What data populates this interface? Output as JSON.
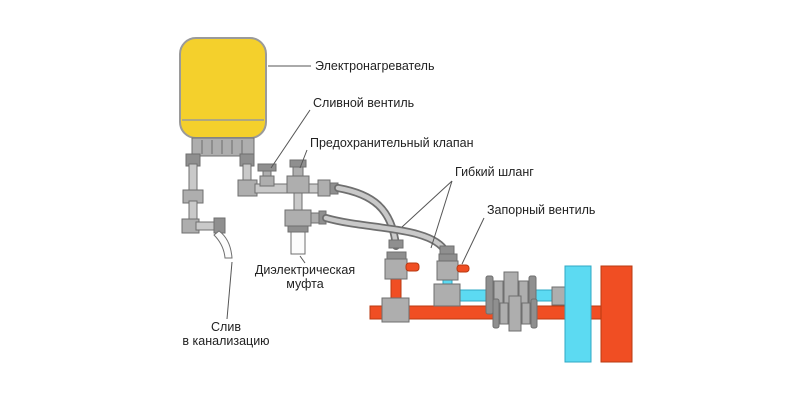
{
  "colors": {
    "tank": "#F4D02C",
    "tank-edge": "#9a9a9a",
    "hot": "#F04E23",
    "hot-edge": "#b93912",
    "cold": "#5CDAF2",
    "cold-edge": "#2fa8c4",
    "pipe": "#c9c9c9",
    "metal": "#aeaeae",
    "metal-dark": "#8f8f8f",
    "outline": "#6f6f6f",
    "leader": "#555555",
    "text": "#222222"
  },
  "labels": {
    "heater": "Электронагреватель",
    "drain_valve": "Сливной вентиль",
    "safety_valve": "Предохранительный клапан",
    "flexible_hose": "Гибкий шланг",
    "shutoff_valve": "Запорный вентиль",
    "dielectric_line1": "Диэлектрическая",
    "dielectric_line2": "муфта",
    "sewer_line1": "Слив",
    "sewer_line2": "в канализацию"
  }
}
